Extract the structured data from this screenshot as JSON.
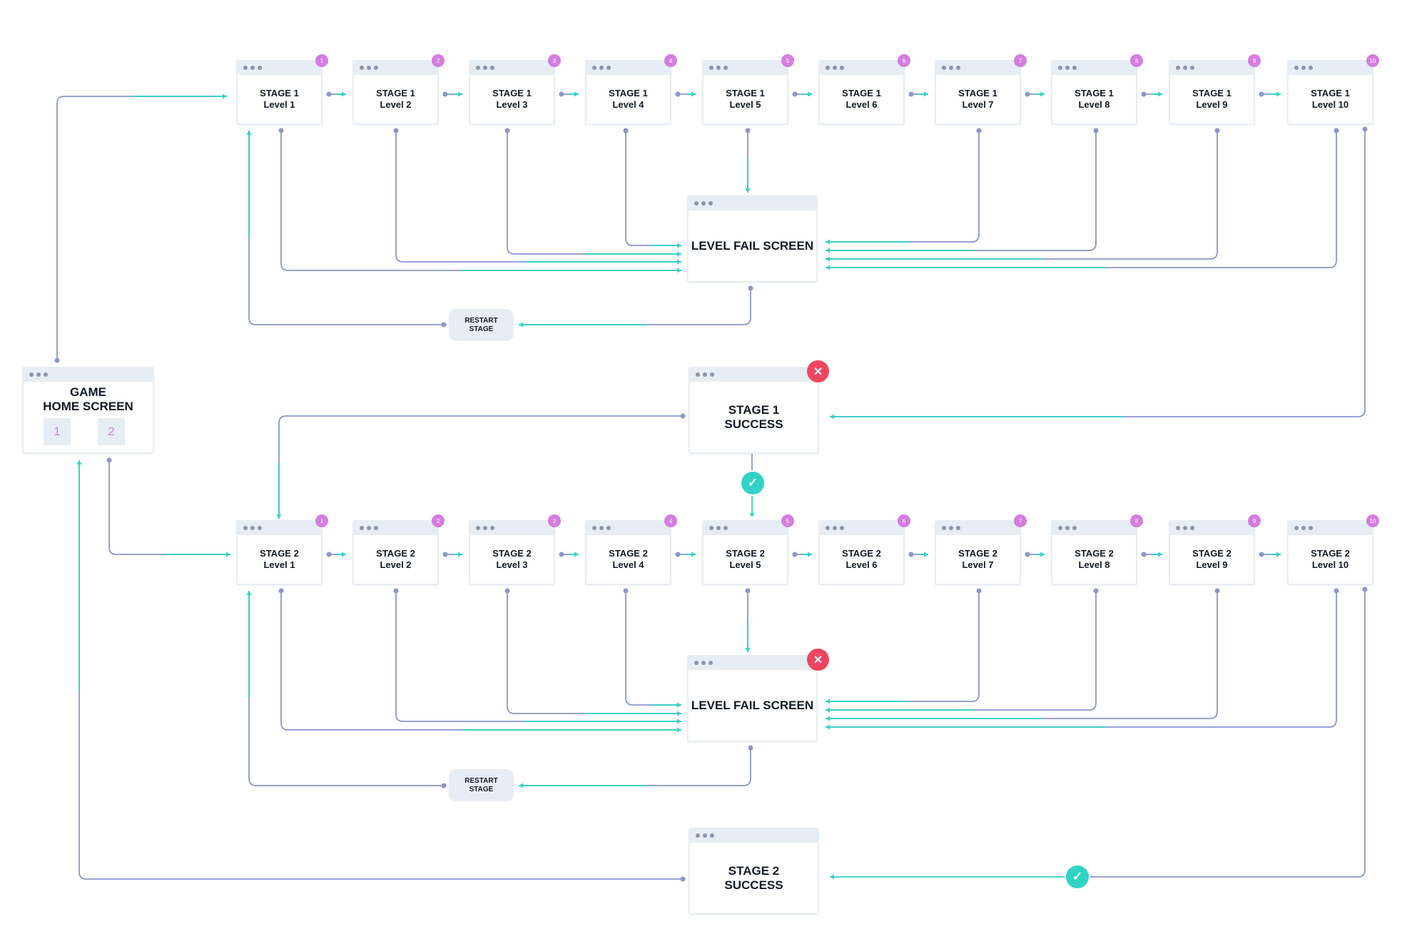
{
  "colors": {
    "wire_out": "#8c96cc",
    "wire_in": "#2fd4c6",
    "badge": "#d47de0",
    "fail": "#ef4560",
    "success": "#2fd4c6",
    "header": "#e7edf4"
  },
  "home": {
    "title_line1": "GAME",
    "title_line2": "HOME SCREEN",
    "buttons": [
      "1",
      "2"
    ]
  },
  "stage1": {
    "levels": [
      {
        "badge": "1",
        "line1": "STAGE 1",
        "line2": "Level 1"
      },
      {
        "badge": "2",
        "line1": "STAGE 1",
        "line2": "Level 2"
      },
      {
        "badge": "3",
        "line1": "STAGE 1",
        "line2": "Level 3"
      },
      {
        "badge": "4",
        "line1": "STAGE 1",
        "line2": "Level 4"
      },
      {
        "badge": "5",
        "line1": "STAGE 1",
        "line2": "Level 5"
      },
      {
        "badge": "6",
        "line1": "STAGE 1",
        "line2": "Level 6"
      },
      {
        "badge": "7",
        "line1": "STAGE 1",
        "line2": "Level 7"
      },
      {
        "badge": "8",
        "line1": "STAGE 1",
        "line2": "Level 8"
      },
      {
        "badge": "9",
        "line1": "STAGE 1",
        "line2": "Level 9"
      },
      {
        "badge": "10",
        "line1": "STAGE 1",
        "line2": "Level 10"
      }
    ],
    "fail_title": "LEVEL FAIL SCREEN",
    "restart_line1": "RESTART",
    "restart_line2": "STAGE",
    "success_line1": "STAGE 1",
    "success_line2": "SUCCESS",
    "fail_icon": "close-icon",
    "success_icon": "check-icon"
  },
  "stage2": {
    "levels": [
      {
        "badge": "1",
        "line1": "STAGE 2",
        "line2": "Level 1"
      },
      {
        "badge": "2",
        "line1": "STAGE 2",
        "line2": "Level 2"
      },
      {
        "badge": "3",
        "line1": "STAGE 2",
        "line2": "Level 3"
      },
      {
        "badge": "4",
        "line1": "STAGE 2",
        "line2": "Level 4"
      },
      {
        "badge": "5",
        "line1": "STAGE 2",
        "line2": "Level 5"
      },
      {
        "badge": "6",
        "line1": "STAGE 2",
        "line2": "Level 6"
      },
      {
        "badge": "7",
        "line1": "STAGE 2",
        "line2": "Level 7"
      },
      {
        "badge": "8",
        "line1": "STAGE 2",
        "line2": "Level 8"
      },
      {
        "badge": "9",
        "line1": "STAGE 2",
        "line2": "Level 9"
      },
      {
        "badge": "10",
        "line1": "STAGE 2",
        "line2": "Level 10"
      }
    ],
    "fail_title": "LEVEL FAIL SCREEN",
    "restart_line1": "RESTART",
    "restart_line2": "STAGE",
    "success_line1": "STAGE 2",
    "success_line2": "SUCCESS",
    "fail_icon": "close-icon",
    "success_icon": "check-icon"
  }
}
